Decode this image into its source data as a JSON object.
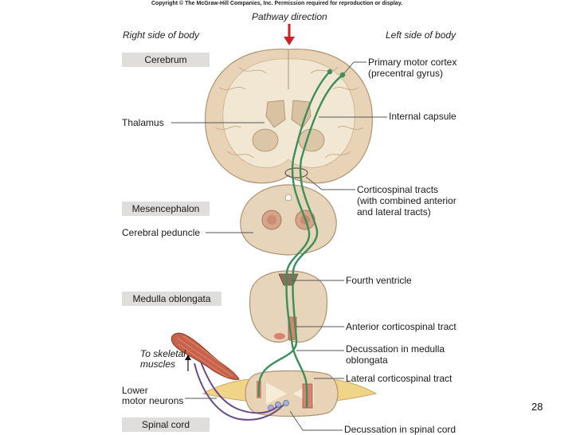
{
  "copyright": "Copyright © The McGraw-Hill Companies, Inc. Permission required for reproduction or display.",
  "pathway_direction": "Pathway direction",
  "right_side": "Right side of body",
  "left_side": "Left side of body",
  "boxes": {
    "cerebrum": "Cerebrum",
    "mesencephalon": "Mesencephalon",
    "medulla": "Medulla oblongata",
    "spinal_cord": "Spinal cord"
  },
  "labels": {
    "thalamus": "Thalamus",
    "cerebral_peduncle": "Cerebral peduncle",
    "to_skeletal_1": "To skeletal",
    "to_skeletal_2": "muscles",
    "lower_motor_1": "Lower",
    "lower_motor_2": "motor neurons",
    "primary_motor_1": "Primary motor cortex",
    "primary_motor_2": "(precentral gyrus)",
    "internal_capsule": "Internal capsule",
    "corticospinal_1": "Corticospinal tracts",
    "corticospinal_2": "(with combined anterior",
    "corticospinal_3": "and lateral tracts)",
    "fourth_ventricle": "Fourth ventricle",
    "anterior_cst": "Anterior corticospinal tract",
    "decussation_medulla_1": "Decussation in medulla",
    "decussation_medulla_2": "oblongata",
    "lateral_cst": "Lateral corticospinal tract",
    "decussation_spinal": "Decussation in spinal cord"
  },
  "page_number": "28",
  "colors": {
    "tract_green": "#3a8f5a",
    "arrow_red": "#cc2222",
    "brain_tissue": "#e8d3b6",
    "white_matter": "#f2e7d3",
    "motor_neuron_purple": "#6a4a8c",
    "muscle_red": "#c8624a",
    "label_box": "#e0dedd",
    "nerve_yellow": "#f0d488"
  }
}
